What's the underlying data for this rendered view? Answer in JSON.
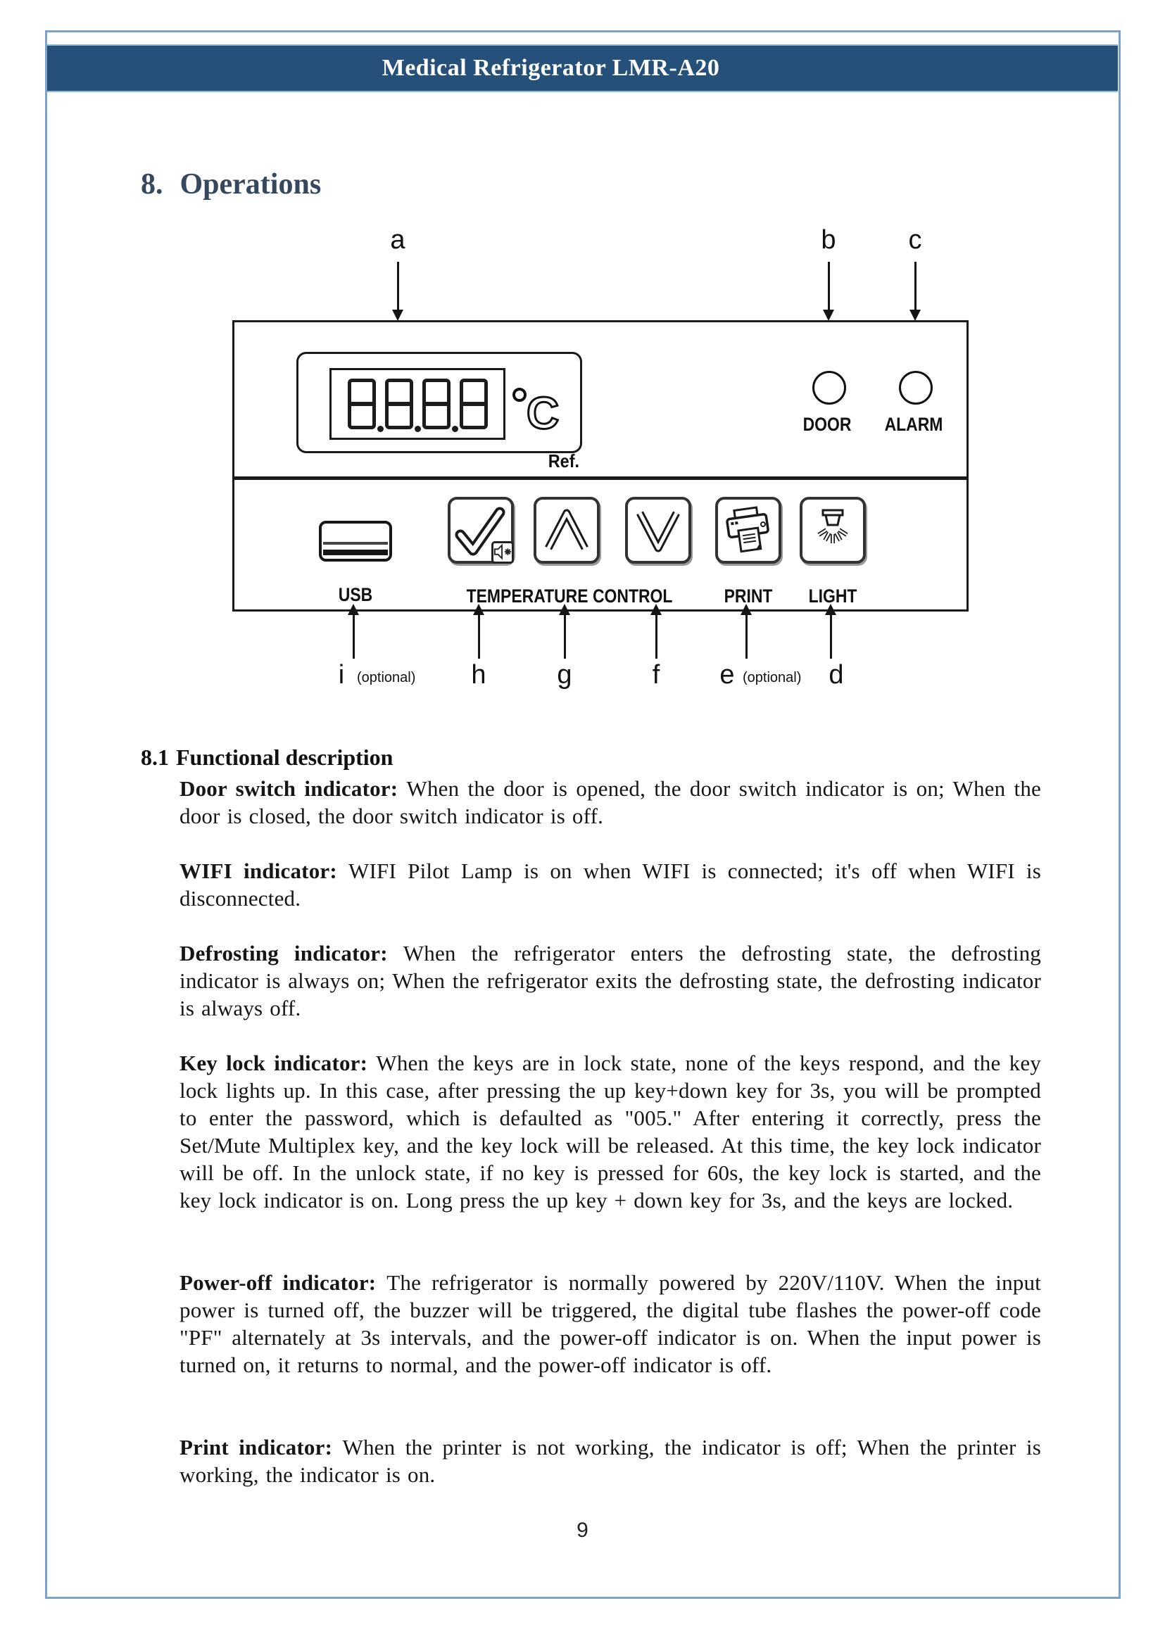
{
  "header": {
    "title": "Medical Refrigerator LMR-A20"
  },
  "section": {
    "number": "8.",
    "title": "Operations"
  },
  "figure": {
    "display": {
      "value": "8.8.8.8",
      "unit_letter": "C",
      "ref_label": "Ref."
    },
    "indicators": {
      "door": "DOOR",
      "alarm": "ALARM"
    },
    "ports": {
      "usb": "USB"
    },
    "button_groups": {
      "temperature_control": "TEMPERATURE CONTROL",
      "print": "PRINT",
      "light": "LIGHT"
    },
    "callouts_top": {
      "a": "a",
      "b": "b",
      "c": "c"
    },
    "callouts_bottom": {
      "i": "i",
      "i_note": "(optional)",
      "h": "h",
      "g": "g",
      "f": "f",
      "e": "e",
      "e_note": "(optional)",
      "d": "d"
    }
  },
  "content": {
    "subsection": {
      "number": "8.1",
      "title": "Functional description"
    },
    "paragraphs": [
      {
        "label": "Door switch indicator:",
        "text": "When the door is opened, the door switch indicator is on; When the door is closed, the door switch indicator is off."
      },
      {
        "label": "WIFI indicator:",
        "text": "WIFI Pilot Lamp is on when WIFI is connected; it's off when WIFI is disconnected."
      },
      {
        "label": "Defrosting indicator:",
        "text": "When the refrigerator enters the defrosting state, the defrosting indicator is always on; When the refrigerator exits the defrosting state, the defrosting indicator is always off."
      },
      {
        "label": "Key lock indicator:",
        "text": "When the keys are in lock state, none of the keys respond, and the key lock lights up. In this case, after pressing the up key+down key for 3s, you will be prompted to enter the password, which is defaulted as \"005.\" After entering it correctly, press the Set/Mute Multiplex key, and the key lock will be released. At this time, the key lock indicator will be off. In the unlock state, if no key is pressed for 60s, the key lock is started, and the key lock indicator is on. Long press the up key + down key for 3s, and the keys are locked."
      },
      {
        "label": "Power-off indicator:",
        "text": "The refrigerator is normally powered by 220V/110V. When the input power is turned off, the buzzer will be triggered, the digital tube flashes the power-off code \"PF\" alternately at 3s intervals, and the power-off indicator is on. When the input power is turned on, it returns to normal, and the power-off indicator is off."
      },
      {
        "label": "Print indicator:",
        "text": "When the printer is not working, the indicator is off; When the printer is working, the indicator is on."
      }
    ]
  },
  "footer": {
    "page_number": "9"
  }
}
